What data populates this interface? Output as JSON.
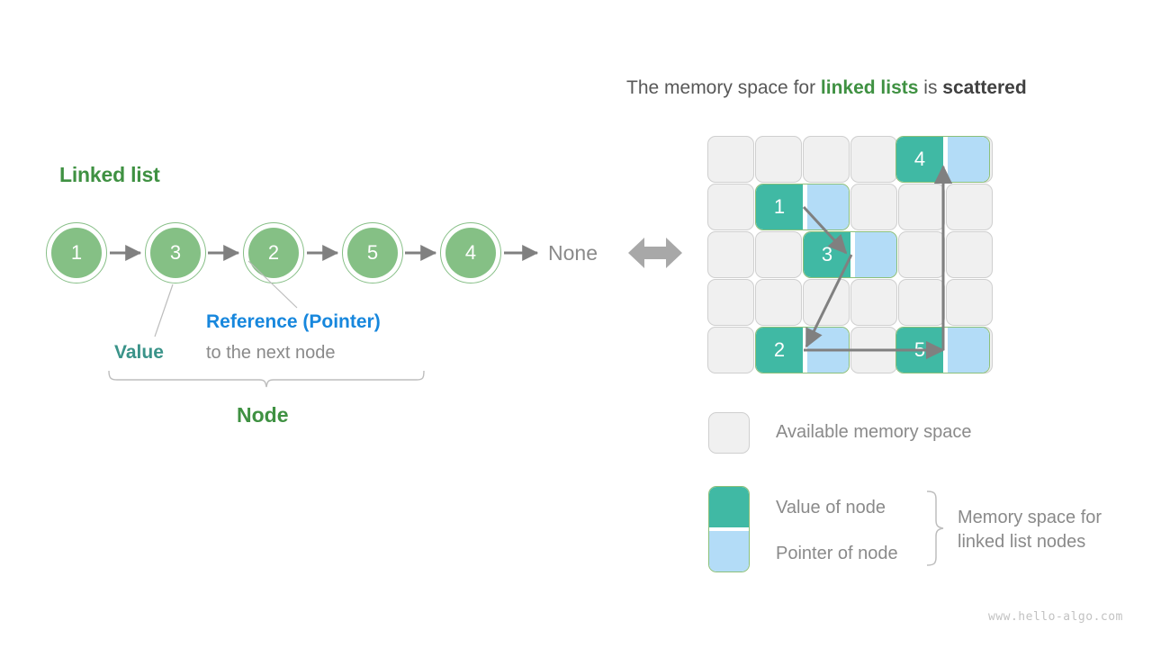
{
  "linked_list": {
    "title": "Linked list",
    "nodes": [
      {
        "value": "1"
      },
      {
        "value": "3"
      },
      {
        "value": "2"
      },
      {
        "value": "5"
      },
      {
        "value": "4"
      }
    ],
    "terminator": "None",
    "annotations": {
      "value": "Value",
      "reference": "Reference (Pointer)",
      "reference_sub": "to the next node",
      "node": "Node"
    }
  },
  "memory": {
    "heading": {
      "part1": "The memory space for ",
      "highlight_green": "linked lists",
      "part2": " is ",
      "highlight_bold": "scattered"
    },
    "grid": {
      "rows": 5,
      "cols": 6
    },
    "nodes": [
      {
        "value": "4",
        "row": 1,
        "col": 5
      },
      {
        "value": "1",
        "row": 2,
        "col": 2
      },
      {
        "value": "3",
        "row": 3,
        "col": 3
      },
      {
        "value": "2",
        "row": 5,
        "col": 2
      },
      {
        "value": "5",
        "row": 5,
        "col": 5
      }
    ]
  },
  "legend": {
    "available": "Available memory space",
    "value_of_node": "Value of node",
    "pointer_of_node": "Pointer of node",
    "brace_line1": "Memory space for",
    "brace_line2": "linked list nodes"
  },
  "watermark": "www.hello-algo.com",
  "colors": {
    "node_green": "#85c085",
    "title_green": "#3f9142",
    "teal": "#40b9a4",
    "blue": "#b3dcf7",
    "value_label": "#3a9389",
    "reference_blue": "#1787dd",
    "gray_text": "#8a8a8a",
    "empty_cell": "#f0f0f0",
    "arrow_gray": "#808080"
  },
  "chart_data": {
    "type": "diagram",
    "title": "Linked list memory layout",
    "sequence": [
      "1",
      "3",
      "2",
      "5",
      "4"
    ],
    "memory_positions": [
      {
        "value": "1",
        "row": 2,
        "col": 2
      },
      {
        "value": "3",
        "row": 3,
        "col": 3
      },
      {
        "value": "2",
        "row": 5,
        "col": 2
      },
      {
        "value": "5",
        "row": 5,
        "col": 5
      },
      {
        "value": "4",
        "row": 1,
        "col": 5
      }
    ]
  }
}
